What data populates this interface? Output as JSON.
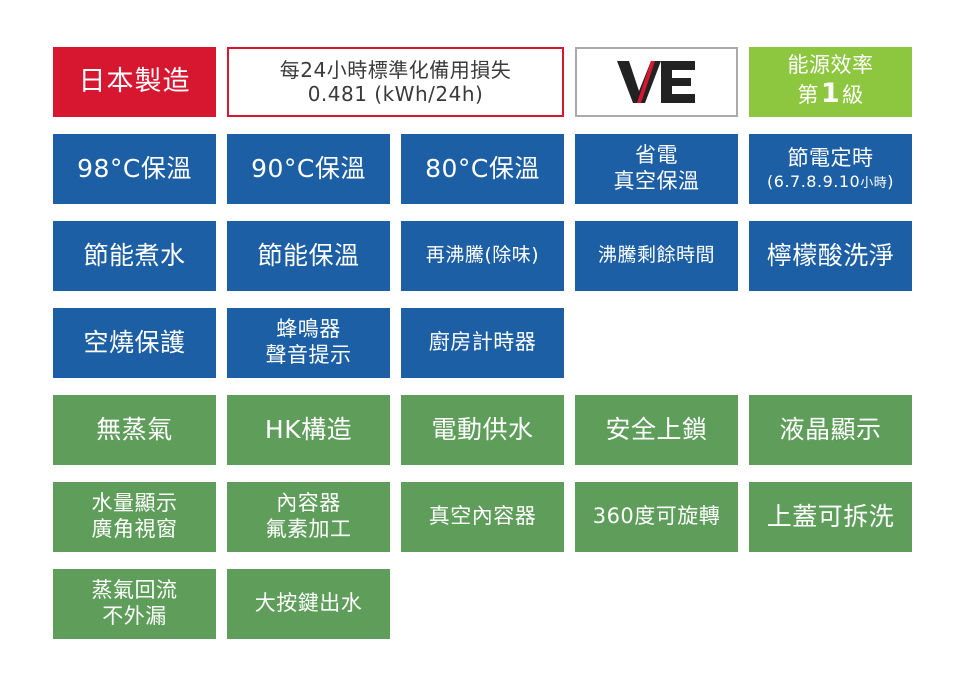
{
  "header": {
    "made_in": "日本製造",
    "energy_line1": "每24小時標準化備用損失",
    "energy_line2": "0.481 (kWh/24h)",
    "ve_logo_text": "VE",
    "efficiency_label": "能源效率",
    "grade_prefix": "第",
    "grade_number": "1",
    "grade_suffix": "級"
  },
  "row2": {
    "c1": "98°C保溫",
    "c2": "90°C保溫",
    "c3": "80°C保溫",
    "c4_line1": "省電",
    "c4_line2": "真空保溫",
    "c5_line1": "節電定時",
    "c5_line2_main": "(6.7.8.9.10",
    "c5_line2_tail": "小時",
    "c5_line2_close": ")"
  },
  "row3": {
    "c1": "節能煮水",
    "c2": "節能保溫",
    "c3": "再沸騰(除味)",
    "c4": "沸騰剩餘時間",
    "c5": "檸檬酸洗淨"
  },
  "row4": {
    "c1": "空燒保護",
    "c2_line1": "蜂鳴器",
    "c2_line2": "聲音提示",
    "c3": "廚房計時器"
  },
  "row5": {
    "c1": "無蒸氣",
    "c2": "HK構造",
    "c3": "電動供水",
    "c4": "安全上鎖",
    "c5": "液晶顯示"
  },
  "row6": {
    "c1_line1": "水量顯示",
    "c1_line2": "廣角視窗",
    "c2_line1": "內容器",
    "c2_line2": "氟素加工",
    "c3": "真空內容器",
    "c4": "360度可旋轉",
    "c5": "上蓋可拆洗"
  },
  "row7": {
    "c1_line1": "蒸氣回流",
    "c1_line2": "不外漏",
    "c2": "大按鍵出水"
  },
  "colors": {
    "blue": "#1d5fa4",
    "green": "#5e9e5a",
    "red": "#d7172f",
    "lime": "#8dc63f"
  },
  "icons": {
    "ve_logo": "ve-logo-icon"
  }
}
